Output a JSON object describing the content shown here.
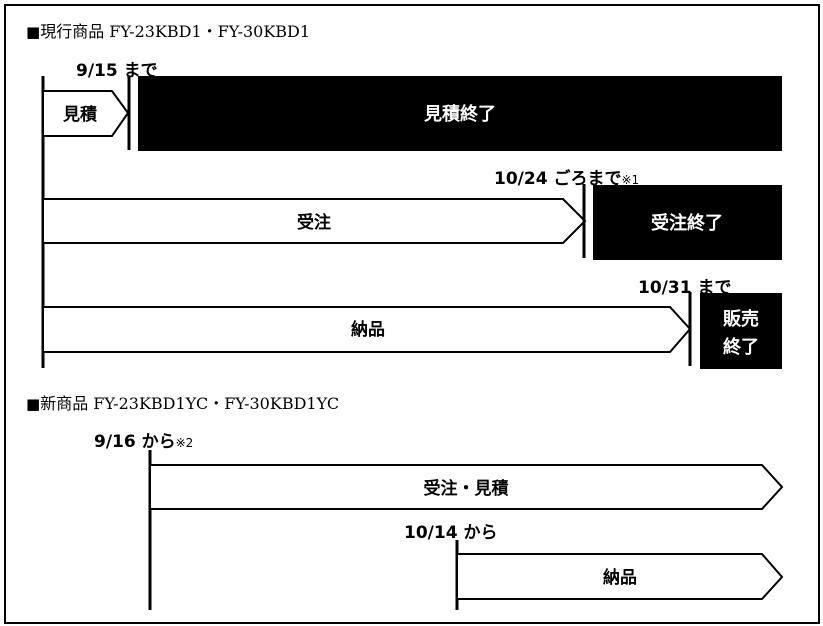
{
  "current": {
    "heading": "現行商品 FY-23KBD1・FY-30KBD1",
    "estimate_until": "9/15 まで",
    "estimate": "見積",
    "estimate_end": "見積終了",
    "order_until": "10/24 ごろまで",
    "order_note": "※1",
    "order": "受注",
    "order_end": "受注終了",
    "delivery_until": "10/31 まで",
    "delivery": "納品",
    "sales_end_line1": "販売",
    "sales_end_line2": "終了"
  },
  "new": {
    "heading": "新商品 FY-23KBD1YC・FY-30KBD1YC",
    "start_from": "9/16 から",
    "start_note": "※2",
    "order_estimate": "受注・見積",
    "delivery_from": "10/14 から",
    "delivery": "納品"
  },
  "marker": "■"
}
